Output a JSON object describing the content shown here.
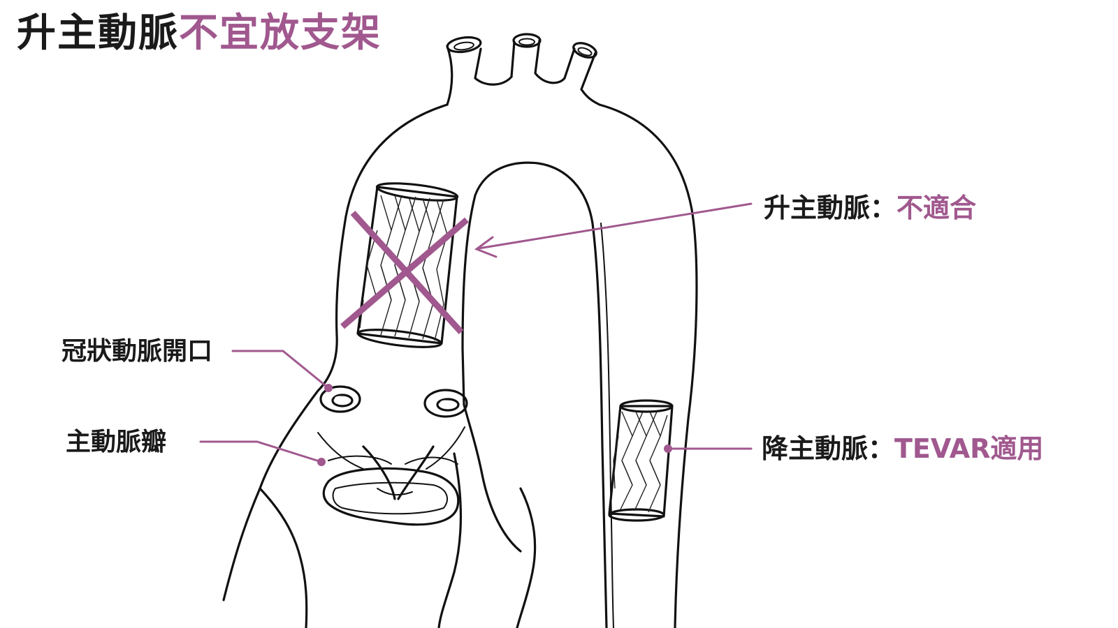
{
  "title": {
    "part1": "升主動脈",
    "part2": "不宜放支架"
  },
  "labels": {
    "ascending": {
      "name": "升主動脈：",
      "verdict": "不適合"
    },
    "descending": {
      "name": "降主動脈：",
      "verdict": "TEVAR適用"
    },
    "coronary": "冠狀動脈開口",
    "valve": "主動脈瓣"
  },
  "colors": {
    "accent": "#a0588e",
    "ink": "#1a1a1a",
    "background": "#ffffff"
  },
  "icons": {
    "ascending_stent": "stent-graft-crossed-out",
    "descending_stent": "stent-graft"
  }
}
